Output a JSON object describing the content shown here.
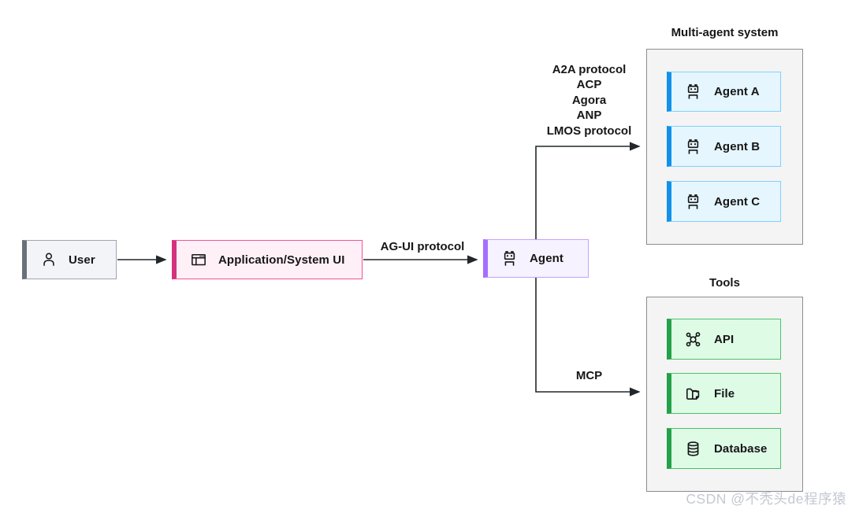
{
  "diagram": {
    "nodes": {
      "user": {
        "label": "User",
        "icon": "user-icon"
      },
      "app": {
        "label": "Application/System UI",
        "icon": "browser-window-icon"
      },
      "agent": {
        "label": "Agent",
        "icon": "bot-icon"
      }
    },
    "groups": {
      "multi_agent": {
        "title": "Multi-agent system",
        "items": [
          {
            "label": "Agent A",
            "icon": "bot-icon"
          },
          {
            "label": "Agent B",
            "icon": "bot-icon"
          },
          {
            "label": "Agent C",
            "icon": "bot-icon"
          }
        ]
      },
      "tools": {
        "title": "Tools",
        "items": [
          {
            "label": "API",
            "icon": "api-nodes-icon"
          },
          {
            "label": "File",
            "icon": "folder-file-icon"
          },
          {
            "label": "Database",
            "icon": "database-icon"
          }
        ]
      }
    },
    "edges": {
      "user_to_app": {
        "label": ""
      },
      "app_to_agent": {
        "label": "AG-UI protocol"
      },
      "agent_to_multi_agent": {
        "labels": [
          "A2A protocol",
          "ACP",
          "Agora",
          "ANP",
          "LMOS protocol"
        ]
      },
      "agent_to_tools": {
        "label": "MCP"
      }
    },
    "colors": {
      "user_accent": "#697077",
      "user_border": "#9fa5ad",
      "user_bg": "#f2f4f8",
      "app_accent": "#d6307f",
      "app_border": "#ee5396",
      "app_bg": "#fff0f7",
      "agent_accent": "#a56eff",
      "agent_border": "#c5a3ff",
      "agent_bg": "#f6f2ff",
      "subagent_accent": "#1192e8",
      "subagent_border": "#82cfff",
      "subagent_bg": "#e5f6ff",
      "tool_accent": "#24a148",
      "tool_border": "#4cc368",
      "tool_bg": "#defbe6",
      "container_bg": "#f4f4f4",
      "container_border": "#8d8d8d",
      "line": "#21272a",
      "text": "#161616"
    }
  },
  "watermark": {
    "text": "CSDN @不秃头de程序猿"
  }
}
